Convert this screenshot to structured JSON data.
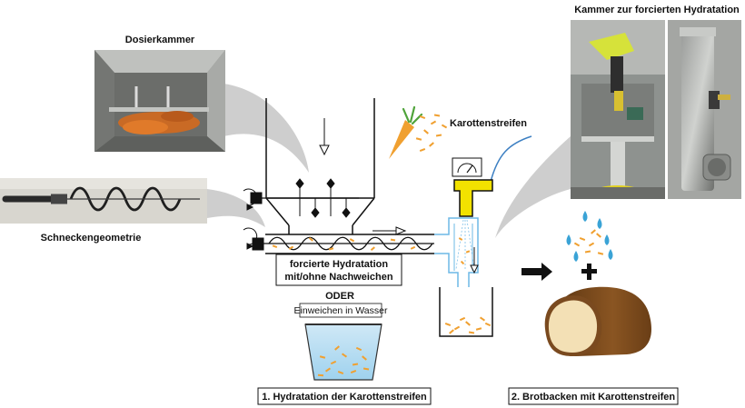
{
  "labels": {
    "dosierkammer": "Dosierkammer",
    "schneckengeometrie": "Schneckengeometrie",
    "karottenstreifen": "Karottenstreifen",
    "kammer_title": "Kammer zur forcierten Hydratation",
    "hydration_line1": "forcierte Hydratation",
    "hydration_line2": "mit/ohne Nachweichen",
    "oder": "ODER",
    "einweichen": "Einweichen in Wasser",
    "step1": "1. Hydratation der Karottenstreifen",
    "step2": "2. Brotbacken mit Karottenstreifen"
  },
  "colors": {
    "carrot": "#f0a030",
    "water": "#6db8e6",
    "nozzle_yellow": "#f2e200",
    "bread_crust": "#7a4a1f",
    "bread_crumb": "#f3e0b5",
    "arrow_gray": "#c9c9c9"
  }
}
